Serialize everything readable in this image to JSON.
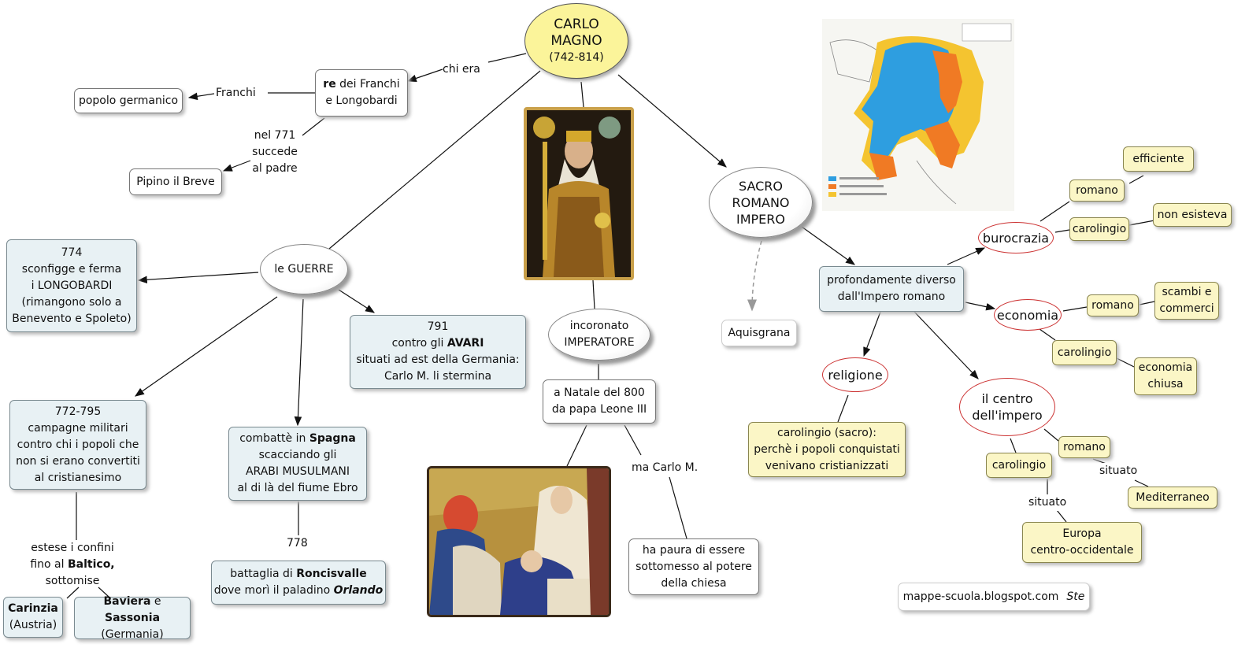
{
  "center": {
    "line1": "CARLO",
    "line2": "MAGNO",
    "line3": "(742-814)"
  },
  "re": {
    "strong": "re",
    "rest": " dei Franchi",
    "line2": "e Longobardi"
  },
  "popolo": "popolo germanico",
  "pipino": "Pipino il Breve",
  "links": {
    "chi_era": "chi era",
    "franchi": "Franchi",
    "nel771": [
      "nel 771",
      "succede",
      "al padre"
    ],
    "ma_carlo": "ma Carlo M.",
    "n778": "778",
    "estese": [
      "estese i confini",
      "fino al ",
      "Baltico,",
      "sottomise"
    ],
    "situato1": "situato",
    "situato2": "situato"
  },
  "guerre": "le GUERRE",
  "b774": [
    "774",
    "sconfigge e ferma",
    "i LONGOBARDI",
    "(rimangono solo a",
    "Benevento e Spoleto)"
  ],
  "b791": {
    "line1": "791",
    "line2a": "contro gli ",
    "line2b": "AVARI",
    "line3": "situati ad est della Germania:",
    "line4": "Carlo M. li stermina"
  },
  "b772": [
    "772-795",
    "campagne militari",
    "contro chi i popoli che",
    "non si erano convertiti",
    "al cristianesimo"
  ],
  "spagna": {
    "l1a": "combattè in ",
    "l1b": "Spagna",
    "l2": "scacciando gli",
    "l3": "ARABI MUSULMANI",
    "l4": "al di là del fiume Ebro"
  },
  "roncisvalle": {
    "l1a": "battaglia di ",
    "l1b": "Roncisvalle",
    "l2a": "dove morì il paladino ",
    "l2b": "Orlando"
  },
  "carinzia": {
    "l1": "Carinzia",
    "l2": "(Austria)"
  },
  "baviera": {
    "l1a": "Baviera",
    "l1b": " e ",
    "l1c": "Sassonia",
    "l2": "(Germania)"
  },
  "incoronato": [
    "incoronato",
    "IMPERATORE"
  ],
  "natale": [
    "a Natale del 800",
    "da papa Leone III"
  ],
  "paura": [
    "ha paura di essere",
    "sottomesso al potere",
    "della chiesa"
  ],
  "sacro": [
    "SACRO",
    "ROMANO",
    "IMPERO"
  ],
  "aquisgrana": "Aquisgrana",
  "diverso": [
    "profondamente diverso",
    "dall'Impero romano"
  ],
  "burocrazia": "burocrazia",
  "economia": "economia",
  "religione": "religione",
  "centro_impero": [
    "il centro",
    "dell'impero"
  ],
  "efficiente": "efficiente",
  "romano1": "romano",
  "carolingio1": "carolingio",
  "non_esisteva": "non esisteva",
  "romano2": "romano",
  "scambi": [
    "scambi e",
    "commerci"
  ],
  "carolingio2": "carolingio",
  "economia_chiusa": [
    "economia",
    "chiusa"
  ],
  "carolingio_sacro": [
    "carolingio (sacro):",
    "perchè i popoli conquistati",
    "venivano cristianizzati"
  ],
  "romano3": "romano",
  "carolingio3": "carolingio",
  "mediterraneo": "Mediterraneo",
  "europa": [
    "Europa",
    "centro-occidentale"
  ],
  "credit": {
    "site": "mappe-scuola.blogspot.com",
    "author": "Ste"
  },
  "colors": {
    "center_fill": "#fbf49a",
    "blue_box": "#e8f1f4",
    "yellow_box": "#fbf6c6",
    "red_ellipse": "#cc3333",
    "map_blue": "#2e9ee0",
    "map_orange": "#f07a24",
    "map_yellow": "#f4c430"
  }
}
